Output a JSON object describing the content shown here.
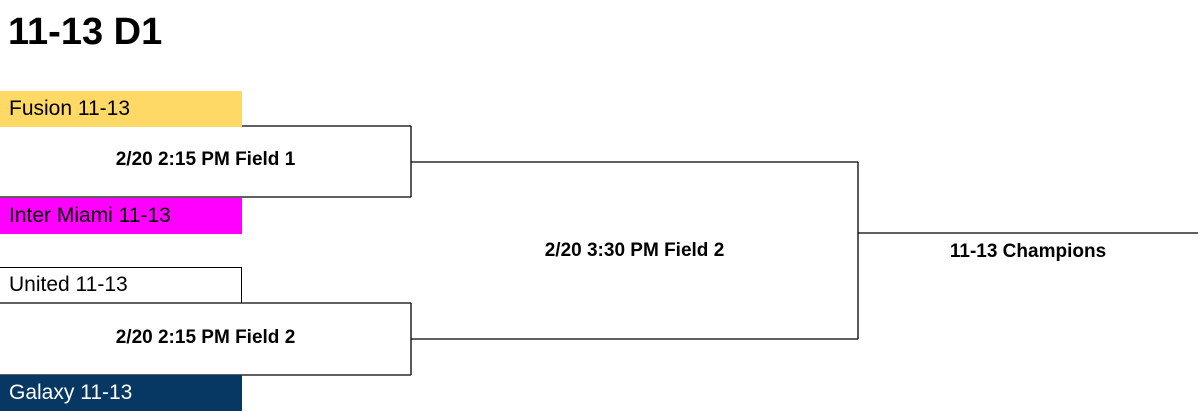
{
  "title": "11-13 D1",
  "teams": [
    {
      "name": "Fusion 11-13",
      "color": "#FFD966"
    },
    {
      "name": "Inter Miami 11-13",
      "color": "#FF00FF"
    },
    {
      "name": "United 11-13",
      "color": "#FFFFFF"
    },
    {
      "name": "Galaxy 11-13",
      "color": "#073763",
      "text_color": "#FFFFFF"
    }
  ],
  "matches": {
    "semi1": "2/20 2:15 PM Field 1",
    "semi2": "2/20 2:15 PM Field 2",
    "final": "2/20 3:30 PM Field 2",
    "champion": "11-13 Champions"
  }
}
